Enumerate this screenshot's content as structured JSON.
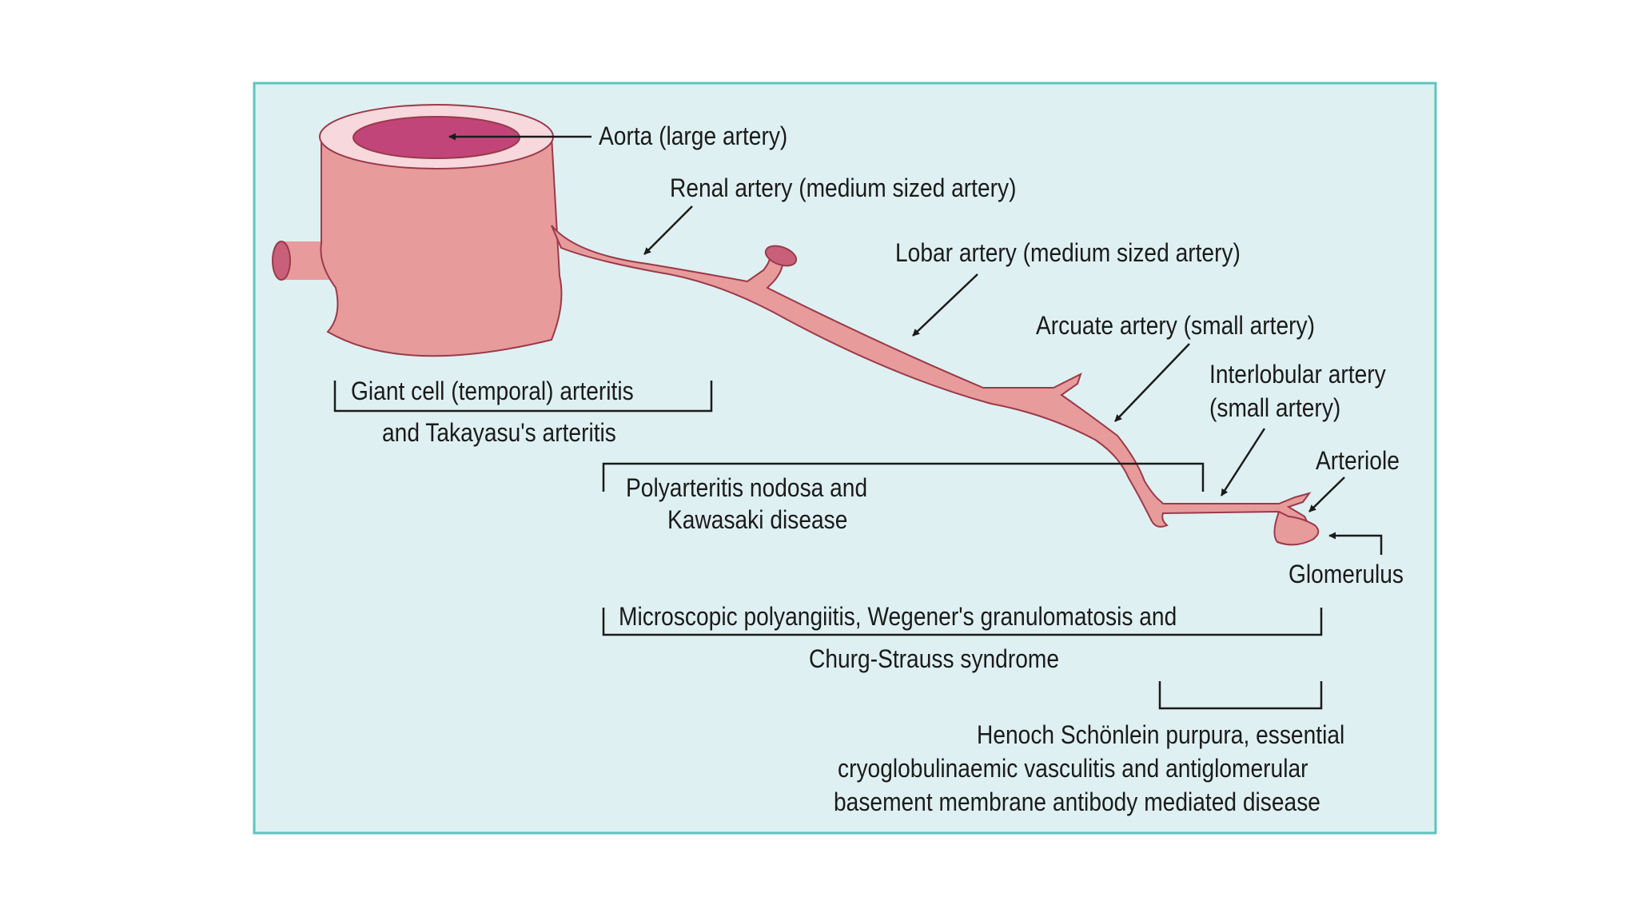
{
  "colors": {
    "panel_background": "#dff0f2",
    "panel_border": "#5cc4be",
    "vessel_fill": "#e79b9b",
    "vessel_outline": "#9a3a4a",
    "lumen_fill": "#c2457a",
    "text": "#1b1b1b"
  },
  "labels": {
    "aorta": "Aorta (large artery)",
    "renal_artery": "Renal artery (medium sized artery)",
    "lobar_artery": "Lobar artery (medium sized artery)",
    "arcuate_artery": "Arcuate artery (small artery)",
    "interlobular_artery_line1": "Interlobular artery",
    "interlobular_artery_line2": "(small artery)",
    "arteriole": "Arteriole",
    "glomerulus": "Glomerulus"
  },
  "diseases": {
    "giant_cell_line1": "Giant cell (temporal) arteritis",
    "giant_cell_line2": "and Takayasu's arteritis",
    "pan_line1": "Polyarteritis nodosa and",
    "pan_line2": "Kawasaki disease",
    "mpa_line1": "Microscopic polyangiitis, Wegener's granulomatosis and",
    "mpa_line2": "Churg-Strauss syndrome",
    "hsp_line1": "Henoch Schönlein purpura, essential",
    "hsp_line2": "cryoglobulinaemic vasculitis and antiglomerular",
    "hsp_line3": "basement membrane antibody mediated disease"
  }
}
